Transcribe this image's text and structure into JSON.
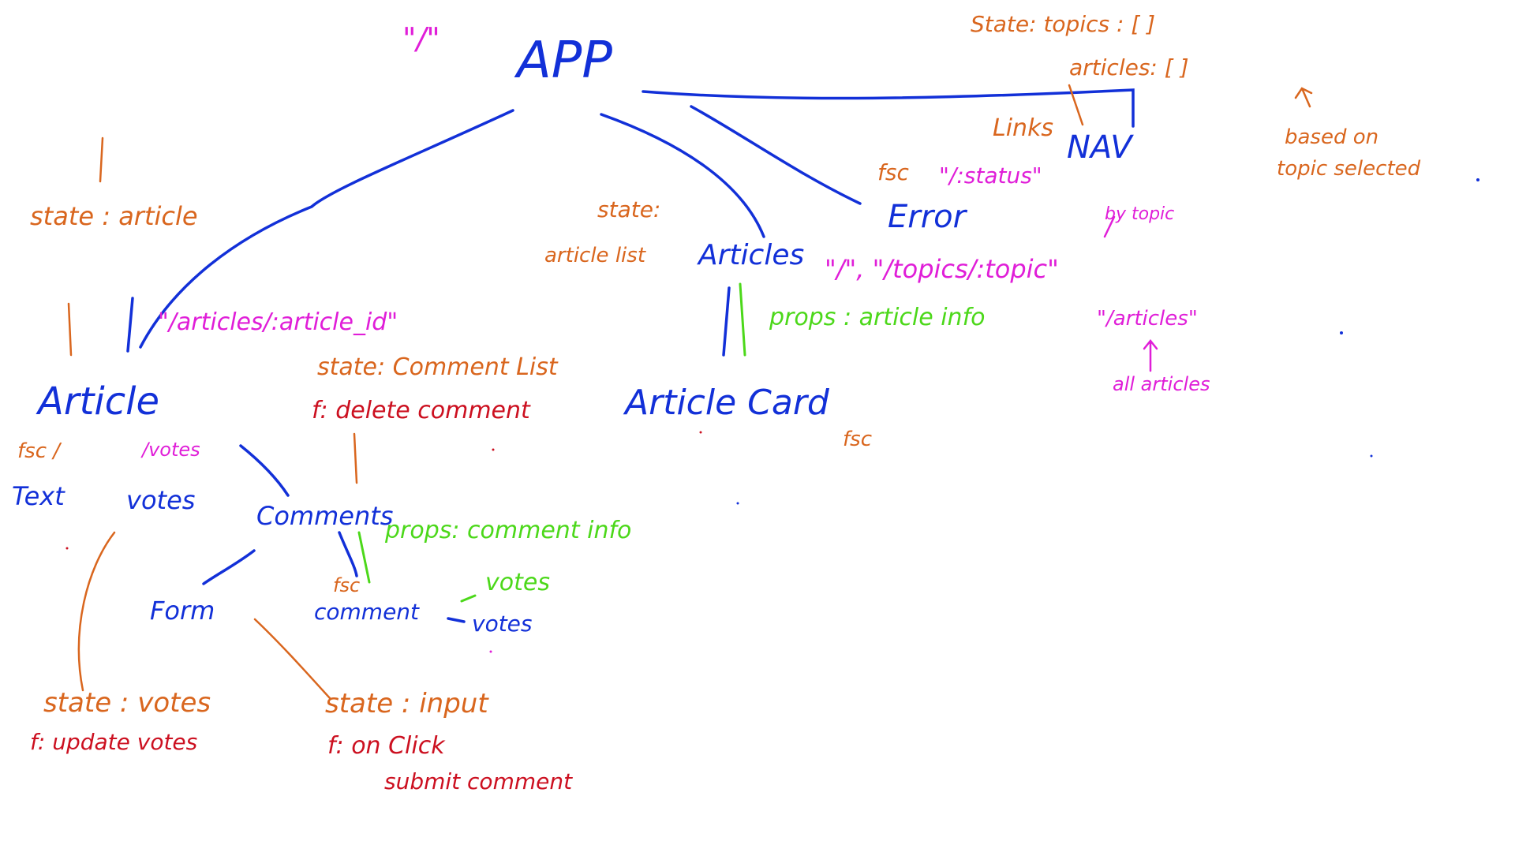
{
  "colors": {
    "component": "#1230d8",
    "state": "#d9661e",
    "route": "#e01ed8",
    "props": "#4cd81a",
    "function": "#cc1020",
    "background": "#ffffff"
  },
  "nodes": {
    "app": "APP",
    "nav": "NAV",
    "error": "Error",
    "articles": "Articles",
    "article": "Article",
    "article_card": "Article Card",
    "text": "Text",
    "votes": "votes",
    "comments": "Comments",
    "form": "Form",
    "comment": "comment",
    "comment_votes": "votes"
  },
  "routes": {
    "root": "\"/\"",
    "status": "\"/:status\"",
    "article_id": "\"/articles/:article_id\"",
    "articles_paths": "\"/\", \"/topics/:topic\"",
    "by_topic": "by topic",
    "articles": "\"/articles\"",
    "all_articles": "all articles",
    "votes_route": "/votes"
  },
  "state": {
    "app_topics": "State: topics : [   ]",
    "app_articles": "articles: [   ]",
    "based_on": "based on",
    "topic_selected": "topic selected",
    "links": "Links",
    "fsc_error": "fsc",
    "articles_state_1": "state:",
    "articles_state_2": "article list",
    "article_state": "state : article",
    "comments_state": "state: Comment List",
    "fsc_article": "fsc /",
    "fsc_card": "fsc",
    "fsc_comment": "fsc",
    "votes_state": "state : votes",
    "form_state": "state : input"
  },
  "functions": {
    "delete_comment": "f: delete comment",
    "update_votes": "f: update votes",
    "on_click": "f: on Click",
    "submit_comment": "submit comment"
  },
  "props": {
    "article_info": "props : article info",
    "comment_info": "props: comment info",
    "votes": "votes"
  }
}
